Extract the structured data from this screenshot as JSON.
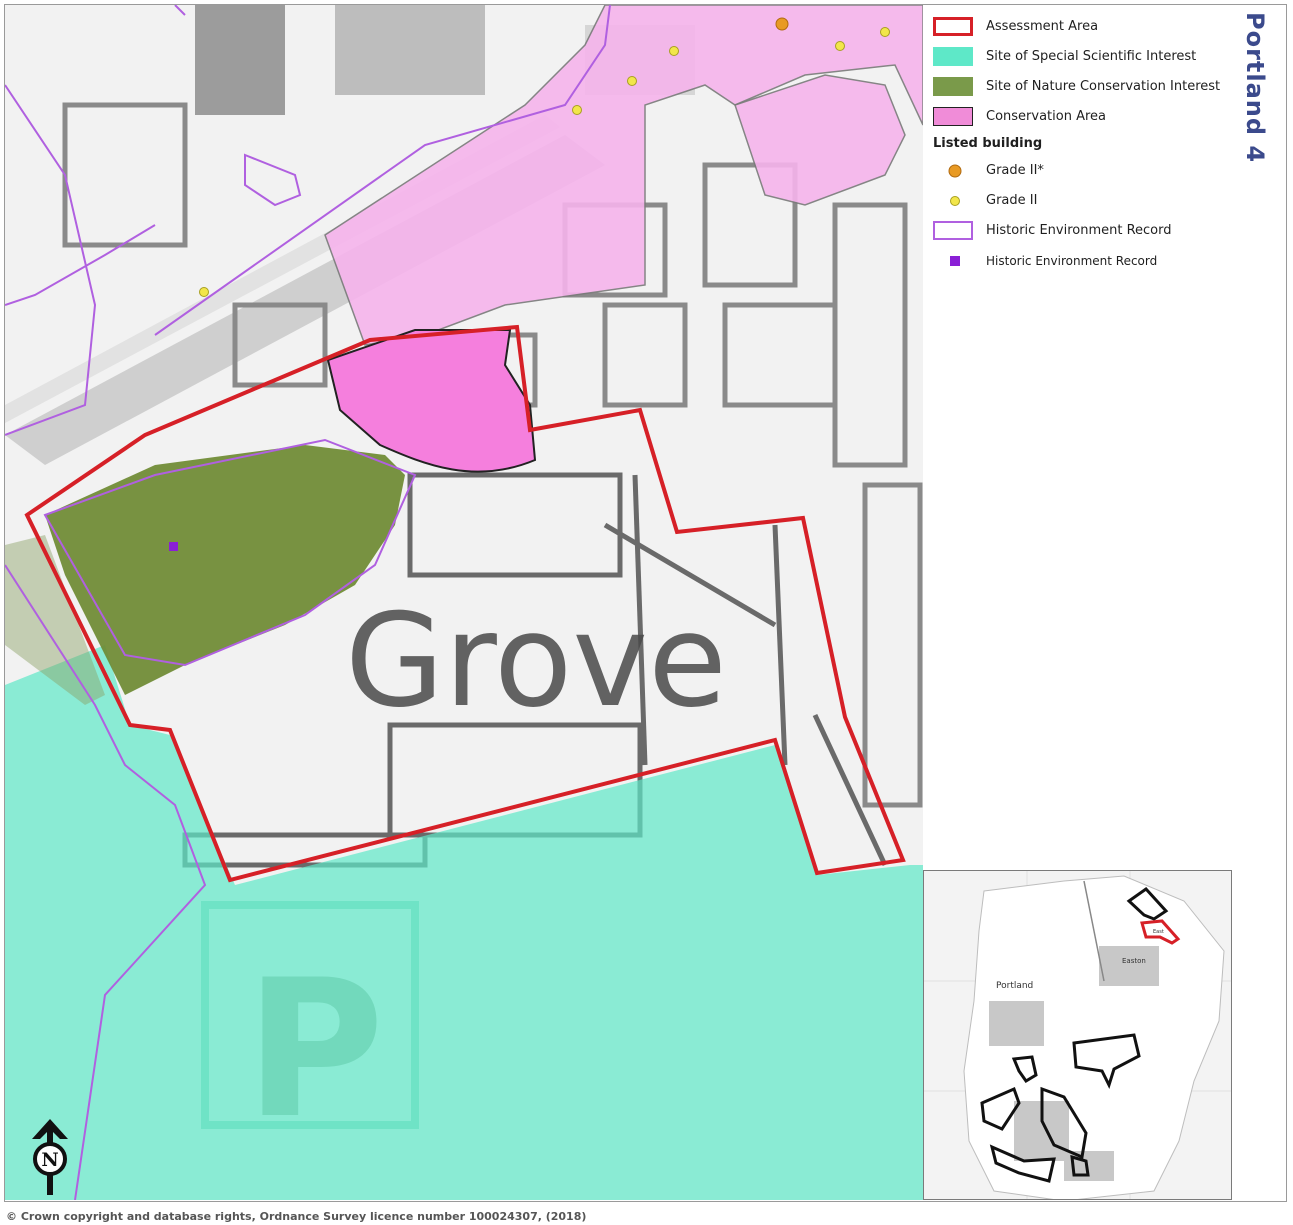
{
  "title": "Portland 4",
  "map_labels": {
    "place": "Grove",
    "parking": "P"
  },
  "legend": {
    "items": [
      {
        "label": "Assessment Area",
        "symbol": "outline-box",
        "color": "#d62027"
      },
      {
        "label": "Site of Special Scientific Interest",
        "symbol": "fill-box",
        "color": "#5ee8c8"
      },
      {
        "label": "Site of Nature Conservation Interest",
        "symbol": "fill-box",
        "color": "#7a9a4a"
      },
      {
        "label": "Conservation Area",
        "symbol": "fill-box-outline",
        "color": "#f08cd8"
      }
    ],
    "listed_building_heading": "Listed building",
    "listed": [
      {
        "label": "Grade II*",
        "symbol": "circle",
        "color": "#e89a24"
      },
      {
        "label": "Grade II",
        "symbol": "circle",
        "color": "#f2e64a"
      }
    ],
    "her": [
      {
        "label": "Historic Environment Record",
        "symbol": "outline-box",
        "color": "#b060e0"
      },
      {
        "label": "Historic Environment Record",
        "symbol": "small-square",
        "color": "#8a1fd6"
      }
    ]
  },
  "overview": {
    "labels": [
      "Portland",
      "Easton",
      "East"
    ]
  },
  "north_arrow_letter": "N",
  "copyright": "© Crown copyright and database rights, Ordnance Survey licence number 100024307, (2018)",
  "colors": {
    "assessment": "#d62027",
    "sssi": "#5ee8c8",
    "snci": "#6e8a32",
    "conservation_light": "#f6b4ec",
    "conservation_dark": "#f57fdd",
    "her_line": "#b060e0",
    "her_point": "#8a1fd6",
    "grade_ii_star": "#e89a24",
    "grade_ii": "#f2e64a",
    "title": "#3b4a8c"
  }
}
